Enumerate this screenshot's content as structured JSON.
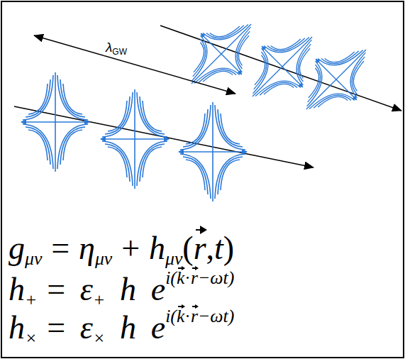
{
  "diagram": {
    "labels": [
      "λ",
      "GW",
      "g",
      "μν",
      "=",
      "η",
      "μν",
      "+",
      "h",
      "μν",
      "(",
      "r",
      ",",
      "t",
      ")",
      "h",
      "+",
      "=",
      "ε",
      "+",
      "h",
      "e",
      "i(",
      "k",
      "·",
      "r",
      "−ωt)",
      "h",
      "×",
      "=",
      "ε",
      "×",
      "h",
      "e",
      "i(",
      "k",
      "·",
      "r",
      "−ωt)"
    ]
  }
}
